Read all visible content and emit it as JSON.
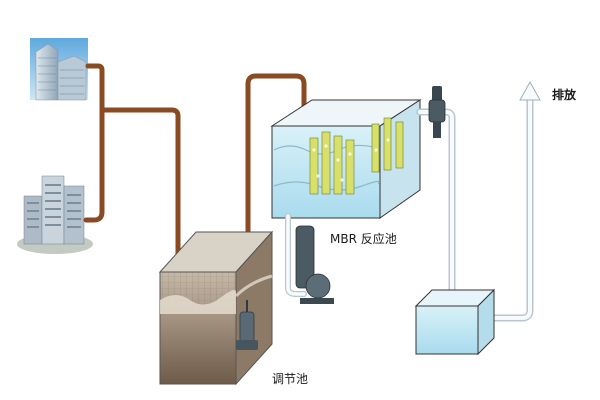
{
  "labels": {
    "mbr_tank": "MBR 反应池",
    "equalization_tank": "调节池",
    "discharge": "排放"
  },
  "colors": {
    "sewage_pipe": "#8a4a22",
    "treated_pipe": "#e6eef2",
    "tank_water": "#bfe6f2",
    "sludge": "#7b6652",
    "membrane": "#d8e06a",
    "pump": "#4b5a63"
  },
  "icons": {
    "building_top": "office-tower-icon",
    "building_bottom": "apartment-buildings-icon",
    "pump": "centrifugal-pump-icon",
    "submersible_pump": "submersible-pump-icon",
    "valve": "discharge-valve-icon",
    "arrow": "discharge-arrow-icon"
  }
}
